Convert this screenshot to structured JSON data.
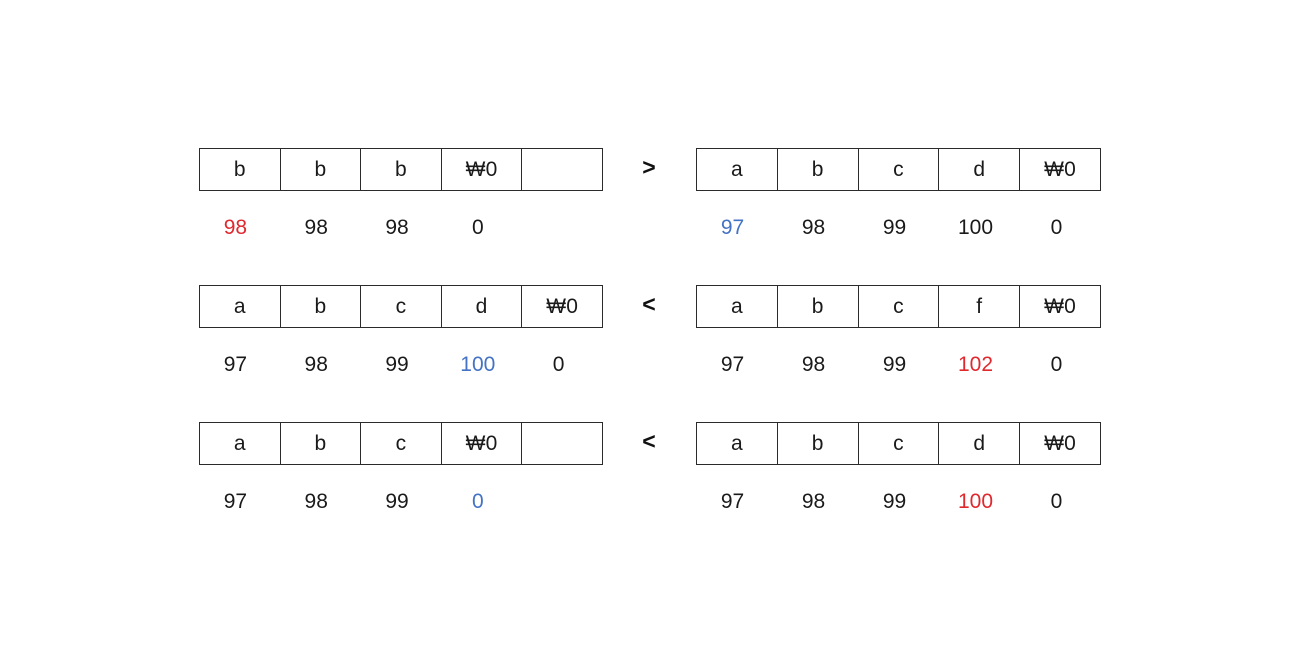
{
  "palette": {
    "highlight_red": "#e0282e",
    "highlight_blue": "#4472c4",
    "default_text": "#1a1a1a",
    "border": "#2b2b2b",
    "background": "#ffffff"
  },
  "rows": [
    {
      "operator": "&gt;",
      "left": {
        "cells": [
          "b",
          "b",
          "b",
          "₩0",
          ""
        ],
        "numbers": [
          "98",
          "98",
          "98",
          "0",
          ""
        ],
        "number_colors": [
          "#e0282e",
          "#1a1a1a",
          "#1a1a1a",
          "#1a1a1a",
          "#1a1a1a"
        ]
      },
      "right": {
        "cells": [
          "a",
          "b",
          "c",
          "d",
          "₩0"
        ],
        "numbers": [
          "97",
          "98",
          "99",
          "100",
          "0"
        ],
        "number_colors": [
          "#4472c4",
          "#1a1a1a",
          "#1a1a1a",
          "#1a1a1a",
          "#1a1a1a"
        ]
      }
    },
    {
      "operator": "&lt;",
      "left": {
        "cells": [
          "a",
          "b",
          "c",
          "d",
          "₩0"
        ],
        "numbers": [
          "97",
          "98",
          "99",
          "100",
          "0"
        ],
        "number_colors": [
          "#1a1a1a",
          "#1a1a1a",
          "#1a1a1a",
          "#4472c4",
          "#1a1a1a"
        ]
      },
      "right": {
        "cells": [
          "a",
          "b",
          "c",
          "f",
          "₩0"
        ],
        "numbers": [
          "97",
          "98",
          "99",
          "102",
          "0"
        ],
        "number_colors": [
          "#1a1a1a",
          "#1a1a1a",
          "#1a1a1a",
          "#e0282e",
          "#1a1a1a"
        ]
      }
    },
    {
      "operator": "&lt;",
      "left": {
        "cells": [
          "a",
          "b",
          "c",
          "₩0",
          ""
        ],
        "numbers": [
          "97",
          "98",
          "99",
          "0",
          ""
        ],
        "number_colors": [
          "#1a1a1a",
          "#1a1a1a",
          "#1a1a1a",
          "#4472c4",
          "#1a1a1a"
        ]
      },
      "right": {
        "cells": [
          "a",
          "b",
          "c",
          "d",
          "₩0"
        ],
        "numbers": [
          "97",
          "98",
          "99",
          "100",
          "0"
        ],
        "number_colors": [
          "#1a1a1a",
          "#1a1a1a",
          "#1a1a1a",
          "#e0282e",
          "#1a1a1a"
        ]
      }
    }
  ]
}
